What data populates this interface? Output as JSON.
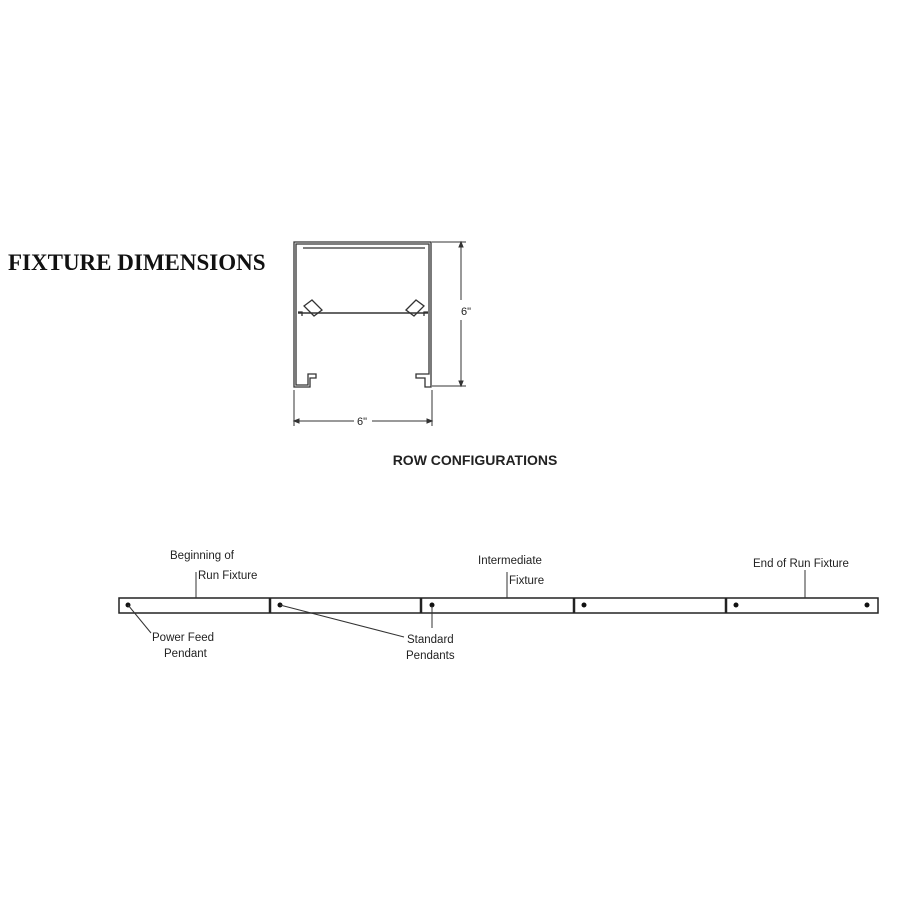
{
  "fixture_dimensions": {
    "title": "FIXTURE DIMENSIONS",
    "height_label": "6\"",
    "width_label": "6\""
  },
  "row_configurations": {
    "title": "ROW CONFIGURATIONS",
    "labels": {
      "beginning_line1": "Beginning of",
      "beginning_line2": "Run Fixture",
      "intermediate_line1": "Intermediate",
      "intermediate_line2": "Fixture",
      "end": "End of Run Fixture",
      "power_feed_line1": "Power Feed",
      "power_feed_line2": "Pendant",
      "standard_line1": "Standard",
      "standard_line2": "Pendants"
    },
    "segment_count": 5
  }
}
